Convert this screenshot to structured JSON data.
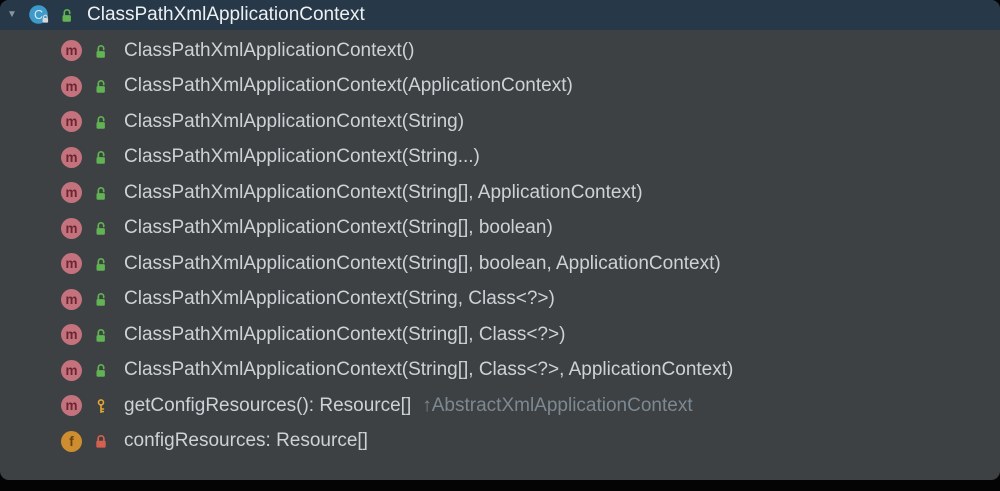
{
  "header": {
    "title": "ClassPathXmlApplicationContext",
    "visibility": "public"
  },
  "icons": {
    "chevron": "▼",
    "class_letter": "C",
    "method_letter": "m",
    "field_letter": "f"
  },
  "rows": [
    {
      "kind": "method",
      "visibility": "public",
      "label": "ClassPathXmlApplicationContext()"
    },
    {
      "kind": "method",
      "visibility": "public",
      "label": "ClassPathXmlApplicationContext(ApplicationContext)"
    },
    {
      "kind": "method",
      "visibility": "public",
      "label": "ClassPathXmlApplicationContext(String)"
    },
    {
      "kind": "method",
      "visibility": "public",
      "label": "ClassPathXmlApplicationContext(String...)"
    },
    {
      "kind": "method",
      "visibility": "public",
      "label": "ClassPathXmlApplicationContext(String[], ApplicationContext)"
    },
    {
      "kind": "method",
      "visibility": "public",
      "label": "ClassPathXmlApplicationContext(String[], boolean)"
    },
    {
      "kind": "method",
      "visibility": "public",
      "label": "ClassPathXmlApplicationContext(String[], boolean, ApplicationContext)"
    },
    {
      "kind": "method",
      "visibility": "public",
      "label": "ClassPathXmlApplicationContext(String, Class<?>)"
    },
    {
      "kind": "method",
      "visibility": "public",
      "label": "ClassPathXmlApplicationContext(String[], Class<?>)"
    },
    {
      "kind": "method",
      "visibility": "public",
      "label": "ClassPathXmlApplicationContext(String[], Class<?>, ApplicationContext)"
    },
    {
      "kind": "method",
      "visibility": "protected",
      "label": "getConfigResources(): Resource[]",
      "suffix": "↑AbstractXmlApplicationContext"
    },
    {
      "kind": "field",
      "visibility": "private",
      "label": "configResources: Resource[]"
    }
  ],
  "colors": {
    "header_bg": "#273848",
    "body_bg": "#3D4143",
    "title_text": "#EDF0F2",
    "text": "#CDD2D6",
    "muted_text": "#7D8992",
    "chevron": "#8C959C",
    "class_bg": "#3E9AC9",
    "method_bg": "#C4737E",
    "method_fg": "#6B2630",
    "field_bg": "#CE8E2F",
    "field_fg": "#64430E",
    "public_green": "#61B353",
    "protected_yellow": "#E5A731",
    "private_red": "#D6604F"
  }
}
